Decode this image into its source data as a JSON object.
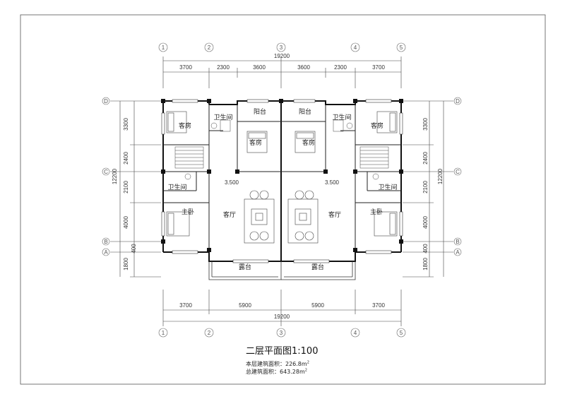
{
  "title": "二层平面图1:100",
  "stats": {
    "floor_area": "本层建筑面积：226.8m",
    "total_area": "总建筑面积：643.28m",
    "sup": "2"
  },
  "axes": {
    "columns": [
      "1",
      "2",
      "3",
      "4",
      "5"
    ],
    "rows_left": [
      "D",
      "C",
      "B",
      "A"
    ],
    "rows_right": [
      "D",
      "C",
      "B",
      "A"
    ]
  },
  "dims": {
    "top_total": "19200",
    "top_segments": [
      "3700",
      "2300",
      "3600",
      "3600",
      "2300",
      "3700"
    ],
    "bottom_total": "19200",
    "bottom_segments": [
      "3700",
      "5900",
      "5900",
      "3700"
    ],
    "left_total": "12200",
    "left_segments": [
      "3300",
      "2400",
      "2100",
      "4000",
      "400",
      "1800"
    ],
    "right_total": "12200",
    "right_segments": [
      "3300",
      "2400",
      "2100",
      "4000",
      "400",
      "1800"
    ]
  },
  "rooms": {
    "guest_tl": "客房",
    "bath_tl": "卫生间",
    "balcony_l": "阳台",
    "balcony_r": "阳台",
    "bath_tr": "卫生间",
    "guest_tr": "客房",
    "guest_cl": "客房",
    "guest_cr": "客房",
    "level_l": "3.500",
    "level_r": "3.500",
    "bath_ml": "卫生间",
    "bath_mr": "卫生间",
    "master_l": "主卧",
    "master_r": "主卧",
    "living_l": "客厅",
    "living_r": "客厅",
    "terrace_l": "露台",
    "terrace_r": "露台"
  }
}
